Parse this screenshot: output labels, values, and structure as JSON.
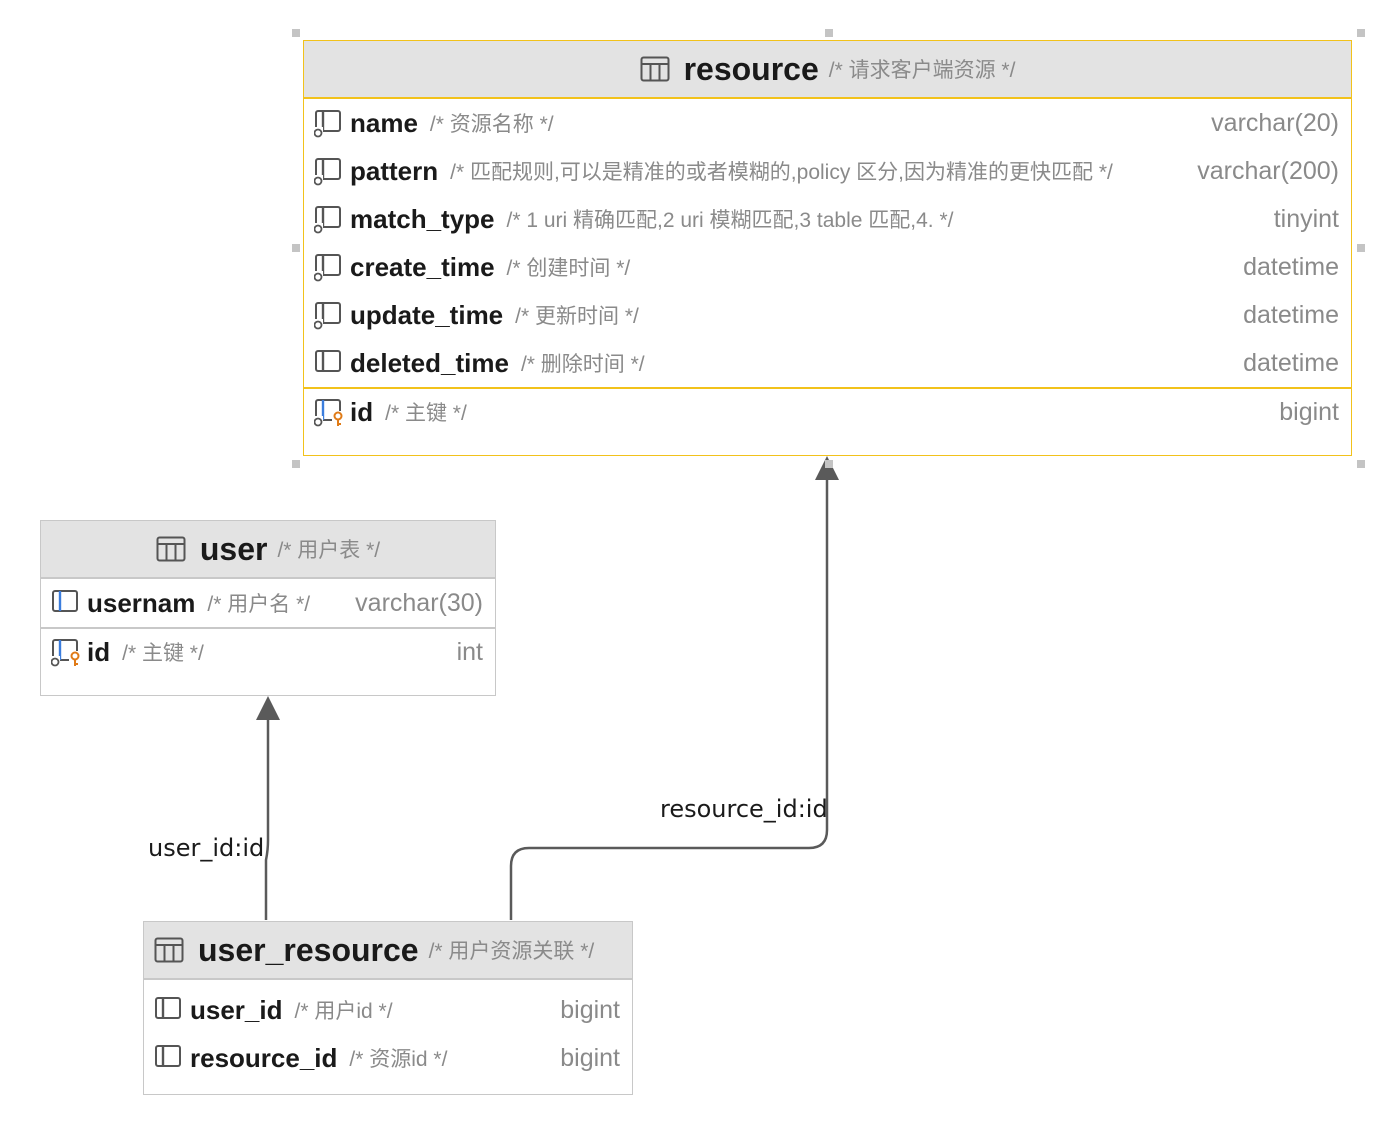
{
  "colors": {
    "selection_border": "#f2c21b",
    "header_bg": "#e3e3e3",
    "border": "#c8c8c8",
    "edge": "#5a5a5a",
    "key_icon": "#e07b17",
    "column_icon_accent": "#3b7ddd"
  },
  "tables": {
    "resource": {
      "name": "resource",
      "comment": "/* 请求客户端资源 */",
      "selected": true,
      "columns": [
        {
          "name": "name",
          "comment": "/* 资源名称 */",
          "type": "varchar(20)",
          "icon": "column-notnull-icon"
        },
        {
          "name": "pattern",
          "comment": "/* 匹配规则,可以是精准的或者模糊的,policy 区分,因为精准的更快匹配 */",
          "type": "varchar(200)",
          "icon": "column-notnull-icon"
        },
        {
          "name": "match_type",
          "comment": "/* 1 uri 精确匹配,2 uri 模糊匹配,3 table 匹配,4. */",
          "type": "tinyint",
          "icon": "column-notnull-icon"
        },
        {
          "name": "create_time",
          "comment": "/* 创建时间 */",
          "type": "datetime",
          "icon": "column-notnull-icon"
        },
        {
          "name": "update_time",
          "comment": "/* 更新时间 */",
          "type": "datetime",
          "icon": "column-notnull-icon"
        },
        {
          "name": "deleted_time",
          "comment": "/* 删除时间 */",
          "type": "datetime",
          "icon": "column-icon"
        }
      ],
      "keys": [
        {
          "name": "id",
          "comment": "/* 主键 */",
          "type": "bigint",
          "icon": "primary-key-icon"
        }
      ]
    },
    "user": {
      "name": "user",
      "comment": "/* 用户表 */",
      "selected": false,
      "columns": [
        {
          "name": "usernam",
          "comment": "/* 用户名 */",
          "type": "varchar(30)",
          "icon": "column-blue-icon"
        }
      ],
      "keys": [
        {
          "name": "id",
          "comment": "/* 主键 */",
          "type": "int",
          "icon": "primary-key-icon"
        }
      ]
    },
    "user_resource": {
      "name": "user_resource",
      "comment": "/* 用户资源关联 */",
      "selected": false,
      "columns": [
        {
          "name": "user_id",
          "comment": "/* 用户id */",
          "type": "bigint",
          "icon": "column-icon"
        },
        {
          "name": "resource_id",
          "comment": "/* 资源id */",
          "type": "bigint",
          "icon": "column-icon"
        }
      ],
      "keys": []
    }
  },
  "relations": [
    {
      "label": "user_id:id",
      "from": "user_resource",
      "to": "user"
    },
    {
      "label": "resource_id:id",
      "from": "user_resource",
      "to": "resource"
    }
  ]
}
